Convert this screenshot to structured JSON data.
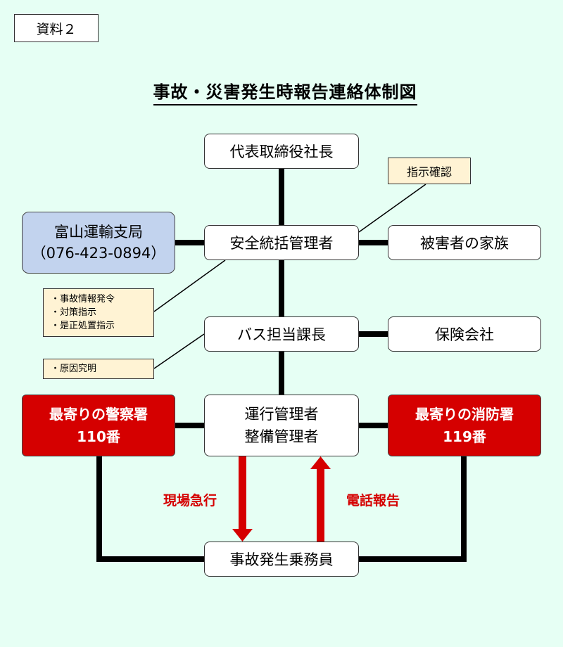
{
  "doc_label": "資料２",
  "title": "事故・災害発生時報告連絡体制図",
  "nodes": {
    "president": "代表取締役社長",
    "safety_manager": "安全統括管理者",
    "bus_manager": "バス担当課長",
    "operation_managers": [
      "運行管理者",
      "整備管理者"
    ],
    "crew": "事故発生乗務員",
    "transport_bureau": {
      "name": "富山運輸支局",
      "phone": "（076-423-0894）"
    },
    "victim_family": "被害者の家族",
    "insurance": "保険会社",
    "police": {
      "name": "最寄りの警察署",
      "number": "110番"
    },
    "fire": {
      "name": "最寄りの消防署",
      "number": "119番"
    }
  },
  "notes": {
    "instruction_check": "指示確認",
    "bureau_actions": [
      "・事故情報発令",
      "・対策指示",
      "・是正処置指示"
    ],
    "bus_actions": [
      "・原因究明"
    ]
  },
  "arrows": {
    "rush": "現場急行",
    "report": "電話報告"
  },
  "colors": {
    "background": "#e6fff4",
    "emergency": "#d50000",
    "bureau": "#c2d3ee",
    "note": "#fff3d4"
  }
}
